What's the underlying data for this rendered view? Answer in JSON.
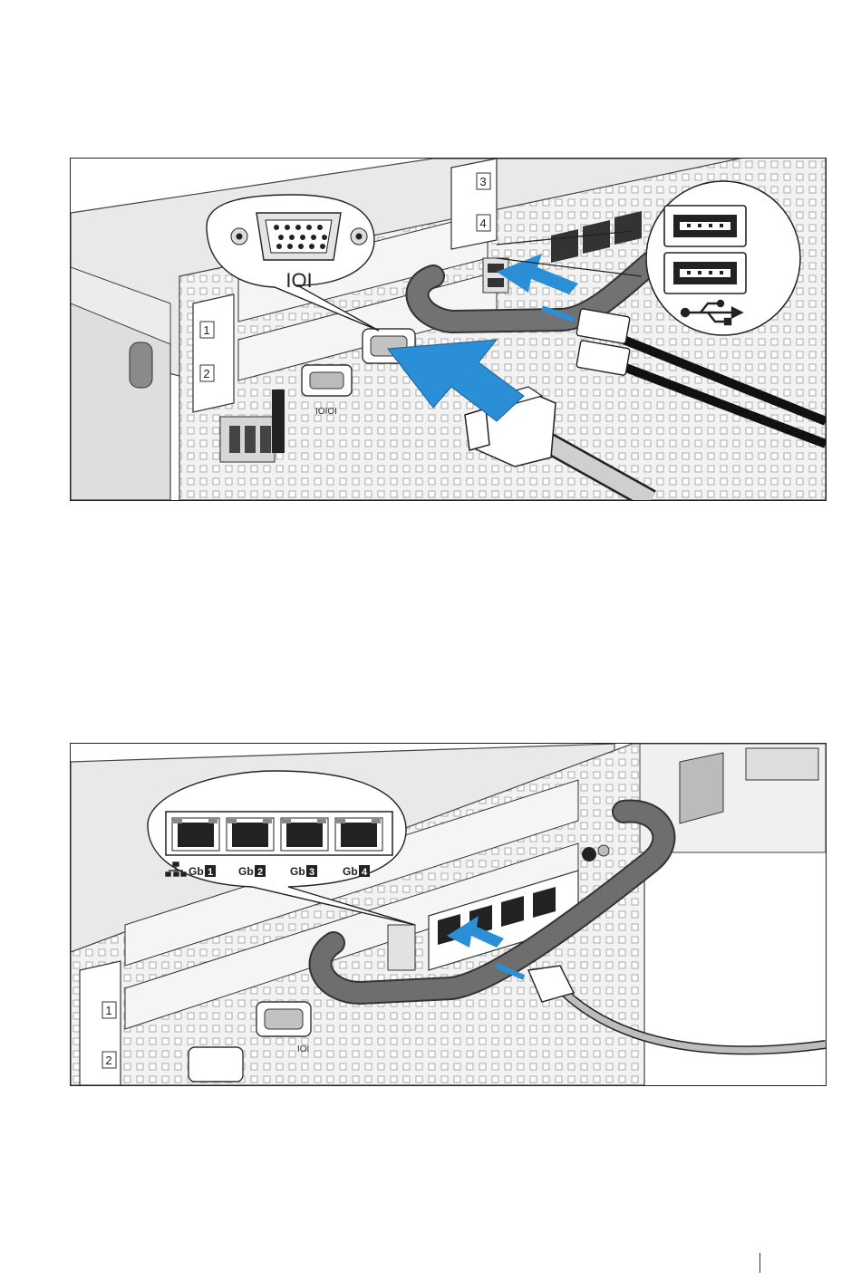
{
  "figure1": {
    "callout_vga_symbol": "IOI",
    "serial_symbol": "IOIOI",
    "vga_port_label": "IOI",
    "slot_labels": [
      "1",
      "2",
      "3",
      "4"
    ]
  },
  "figure2": {
    "nic_labels": [
      {
        "prefix": "Gb",
        "number": "1"
      },
      {
        "prefix": "Gb",
        "number": "2"
      },
      {
        "prefix": "Gb",
        "number": "3"
      },
      {
        "prefix": "Gb",
        "number": "4"
      }
    ],
    "vga_port_label": "IOI",
    "slot_labels": [
      "1",
      "2"
    ]
  },
  "colors": {
    "arrow_blue": "#2a8fd6",
    "line": "#1a1a1a",
    "handle": "#6e6e6e",
    "panel": "#f3f3f3"
  }
}
